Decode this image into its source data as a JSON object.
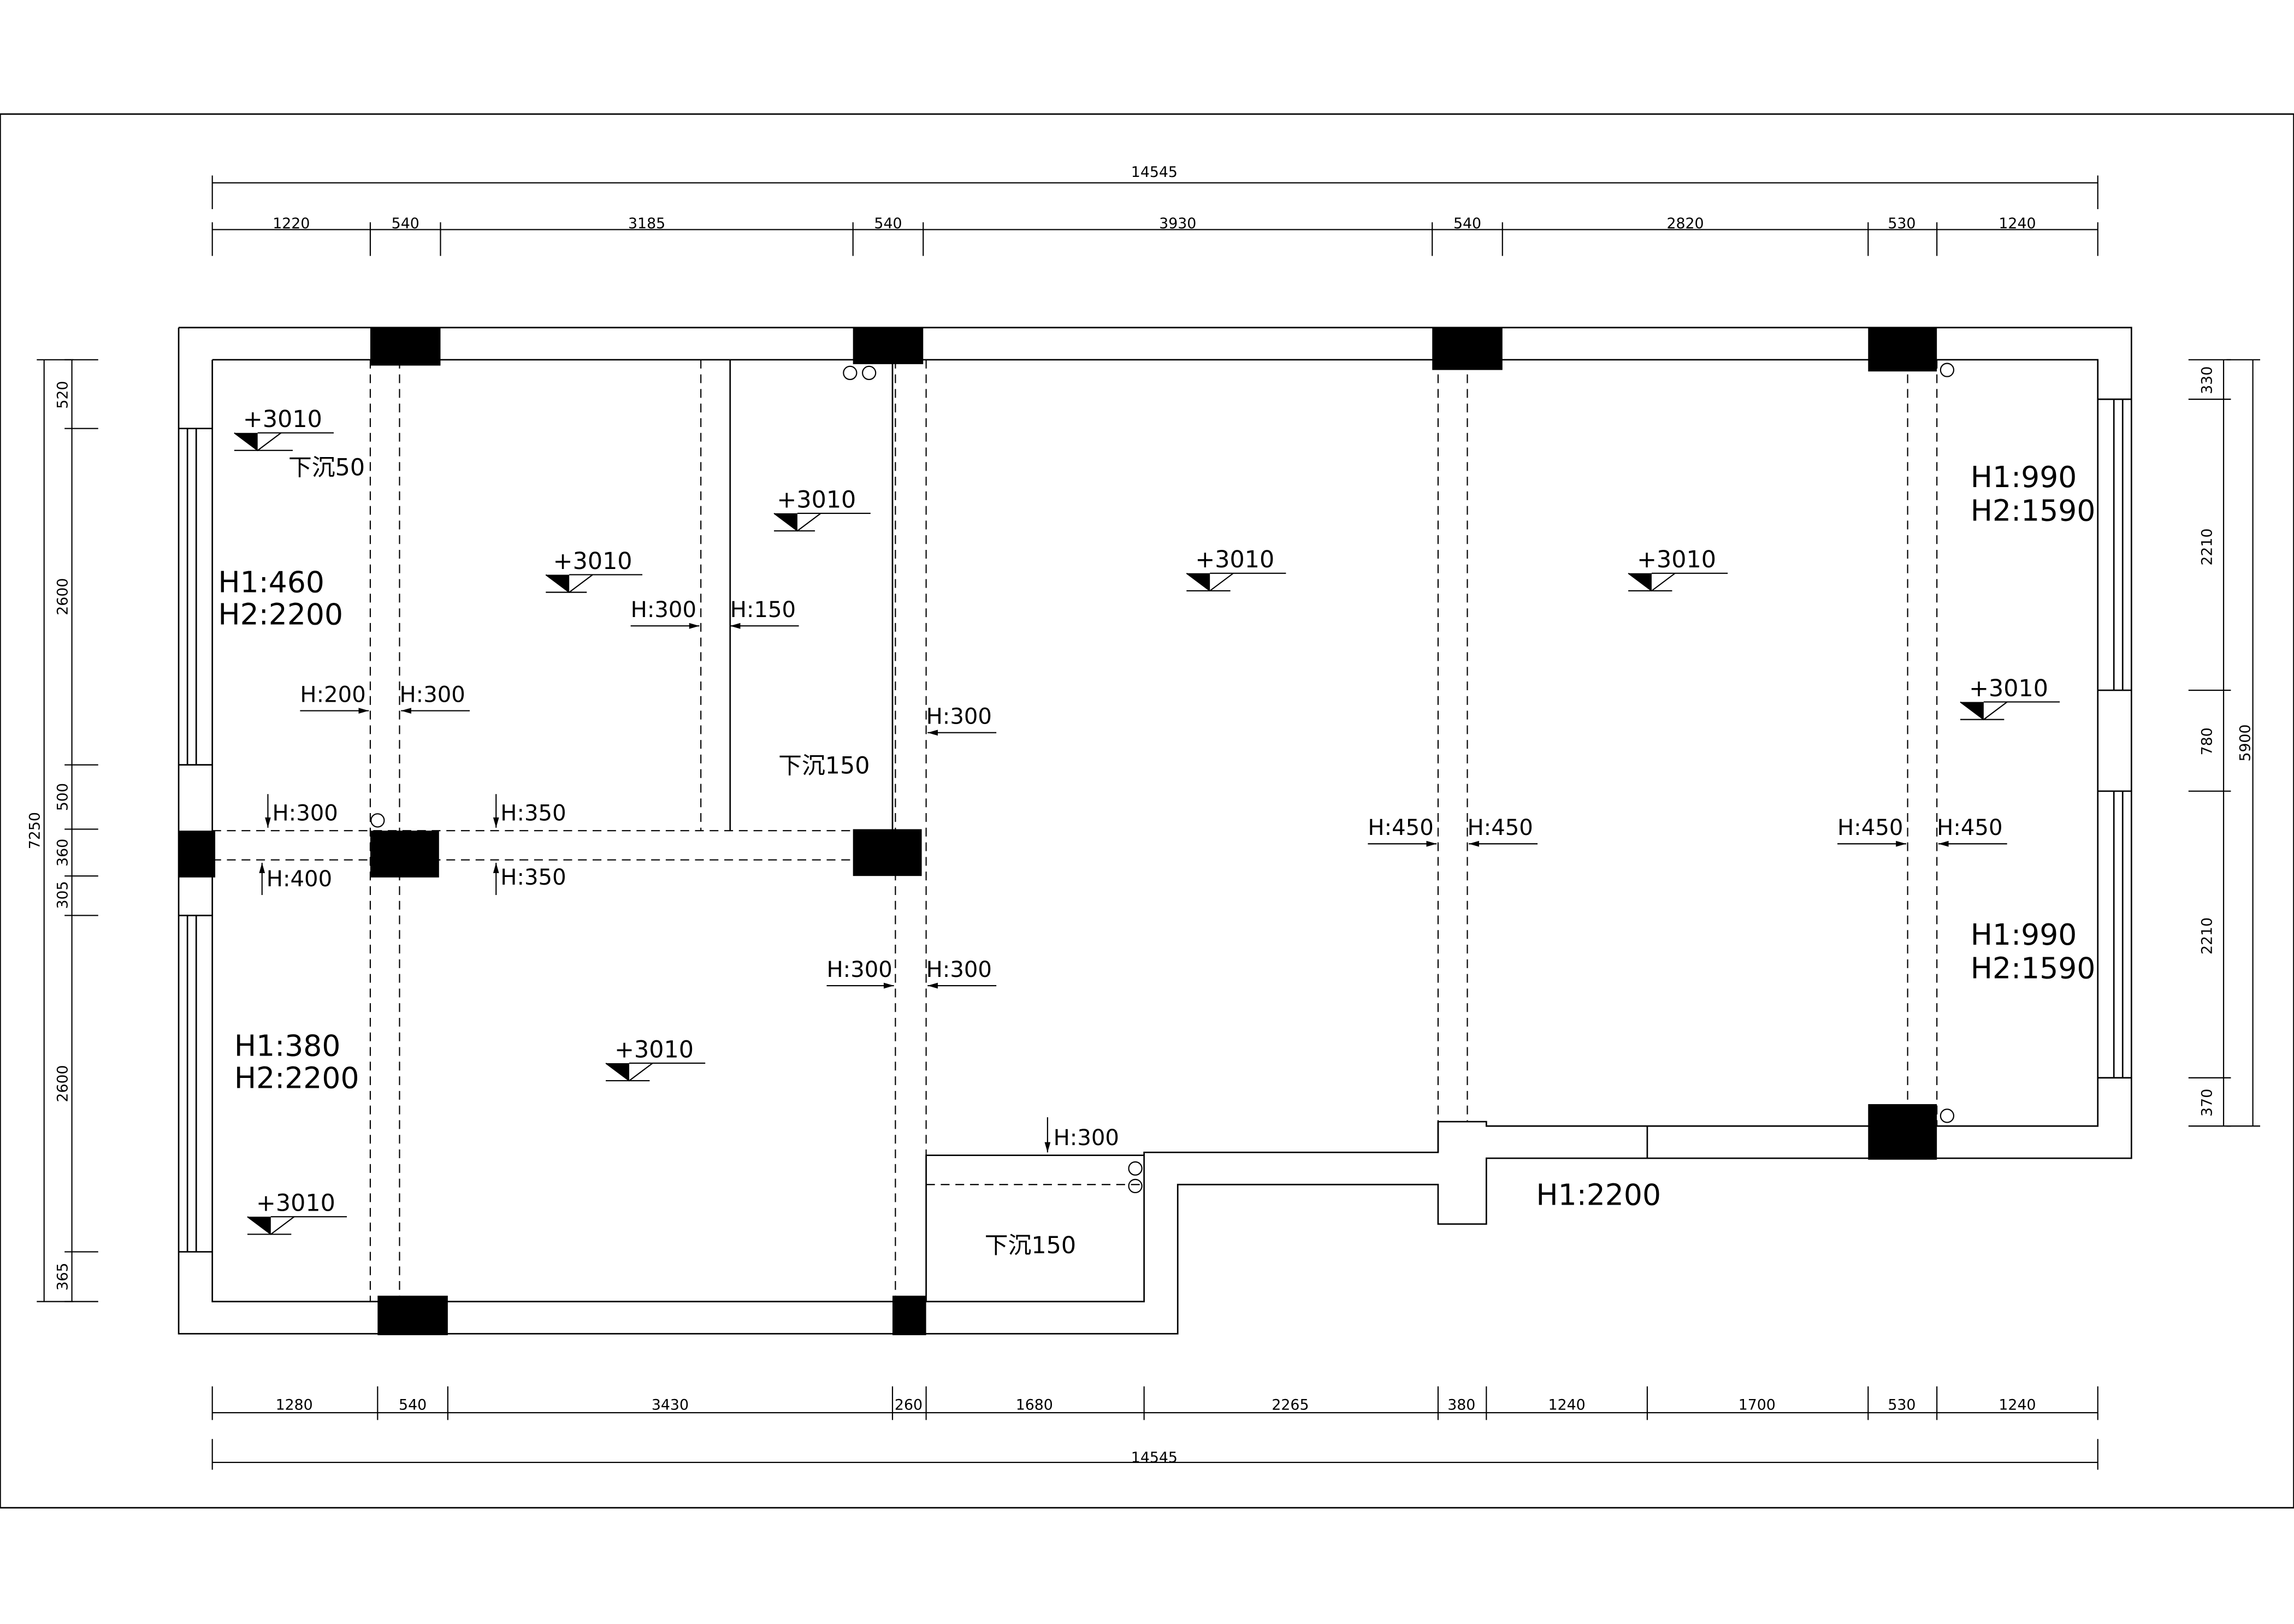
{
  "drawing": {
    "top_total": "14545",
    "bottom_total": "14545",
    "top_dims": [
      "1220",
      "540",
      "3185",
      "540",
      "3930",
      "540",
      "2820",
      "530",
      "1240"
    ],
    "bottom_dims": [
      "1280",
      "540",
      "3430",
      "260",
      "1680",
      "2265",
      "380",
      "1240",
      "1700",
      "530",
      "1240"
    ],
    "left_total": "7250",
    "left_dims": [
      "520",
      "2600",
      "500",
      "360",
      "305",
      "2600",
      "365"
    ],
    "right_total": "5900",
    "right_dims": [
      "330",
      "2210",
      "780",
      "2210",
      "370"
    ],
    "elevation": "+3010",
    "sinks": [
      "下沉50",
      "下沉150",
      "下沉150"
    ],
    "window_heights": [
      "H1:460",
      "H2:2200",
      "H1:380",
      "H2:2200",
      "H1:990",
      "H2:1590",
      "H1:990",
      "H2:1590",
      "H1:2200"
    ],
    "beam_heights": [
      "H:300",
      "H:150",
      "H:200",
      "H:300",
      "H:300",
      "H:300",
      "H:350",
      "H:400",
      "H:350",
      "H:450",
      "H:450",
      "H:450",
      "H:450",
      "H:300",
      "H:300",
      "H:300"
    ]
  }
}
